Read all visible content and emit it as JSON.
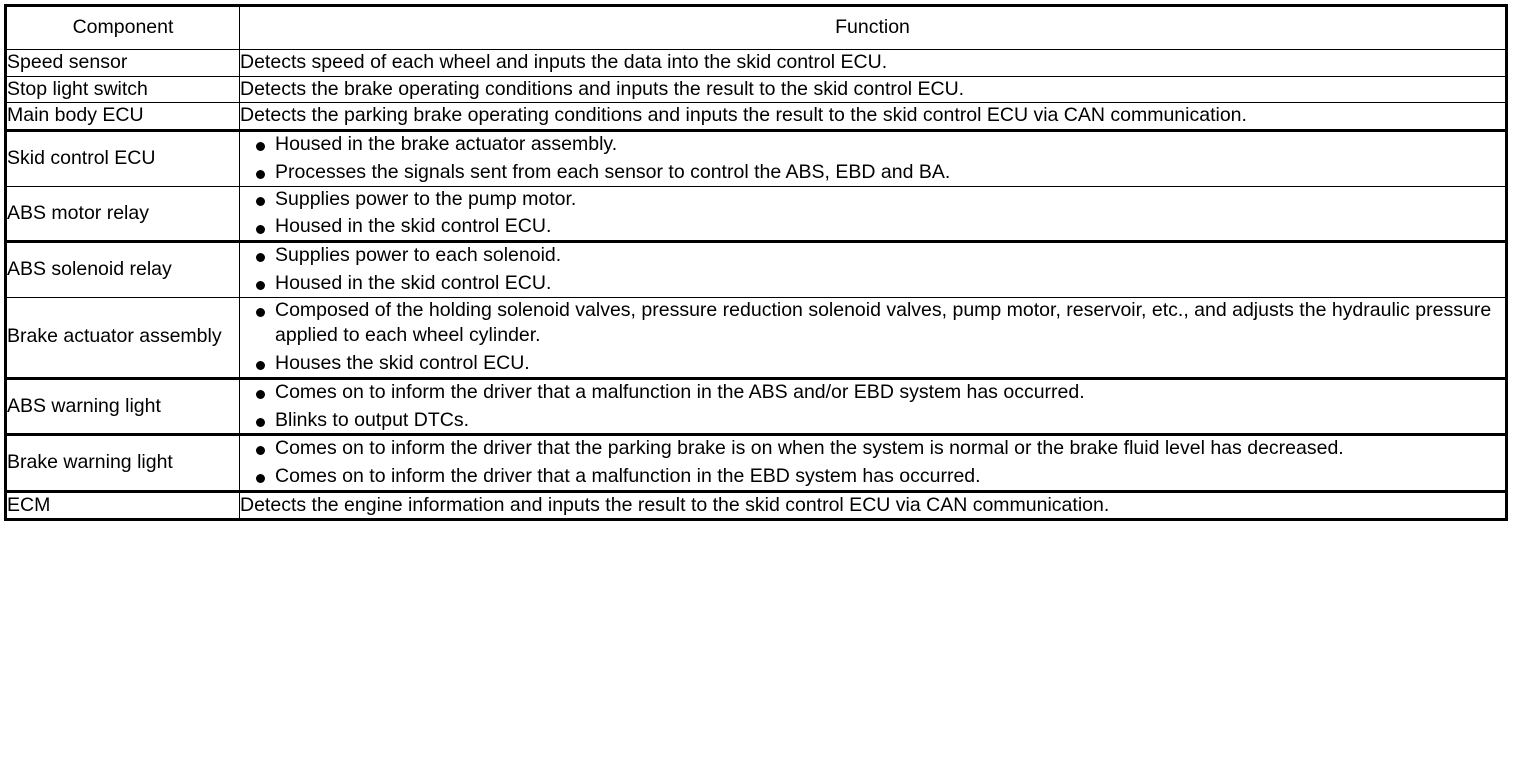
{
  "table": {
    "columns": [
      "Component",
      "Function"
    ],
    "rows": [
      {
        "component": "Speed sensor",
        "type": "text",
        "text": "Detects speed of each wheel and inputs the data into the skid control ECU."
      },
      {
        "component": "Stop light switch",
        "type": "text",
        "text": "Detects the brake operating conditions and inputs the result to the skid control ECU."
      },
      {
        "component": "Main body ECU",
        "type": "text",
        "text": "Detects the parking brake operating conditions and inputs the result to the skid control ECU via CAN communication."
      },
      {
        "component": "Skid control ECU",
        "type": "bullets",
        "items": [
          "Housed in the brake actuator assembly.",
          "Processes the signals sent from each sensor to control the ABS, EBD and BA."
        ]
      },
      {
        "component": "ABS motor relay",
        "type": "bullets",
        "items": [
          "Supplies power to the pump motor.",
          "Housed in the skid control ECU."
        ]
      },
      {
        "component": "ABS solenoid relay",
        "type": "bullets",
        "items": [
          "Supplies power to each solenoid.",
          "Housed in the skid control ECU."
        ]
      },
      {
        "component": "Brake actuator assembly",
        "type": "bullets",
        "items": [
          "Composed of the holding solenoid valves, pressure reduction solenoid valves, pump motor, reservoir, etc., and adjusts the hydraulic pressure applied to each wheel cylinder.",
          "Houses the skid control ECU."
        ]
      },
      {
        "component": "ABS warning light",
        "type": "bullets",
        "items": [
          "Comes on to inform the driver that a malfunction in the ABS and/or EBD system has occurred.",
          "Blinks to output DTCs."
        ]
      },
      {
        "component": "Brake warning light",
        "type": "bullets",
        "items": [
          "Comes on to inform the driver that the parking brake is on when the system is normal or the brake fluid level has decreased.",
          "Comes on to inform the driver that a malfunction in the EBD system has occurred."
        ]
      },
      {
        "component": "ECM",
        "type": "text",
        "text": "Detects the engine information and inputs the result to the skid control ECU via CAN communication."
      }
    ]
  }
}
